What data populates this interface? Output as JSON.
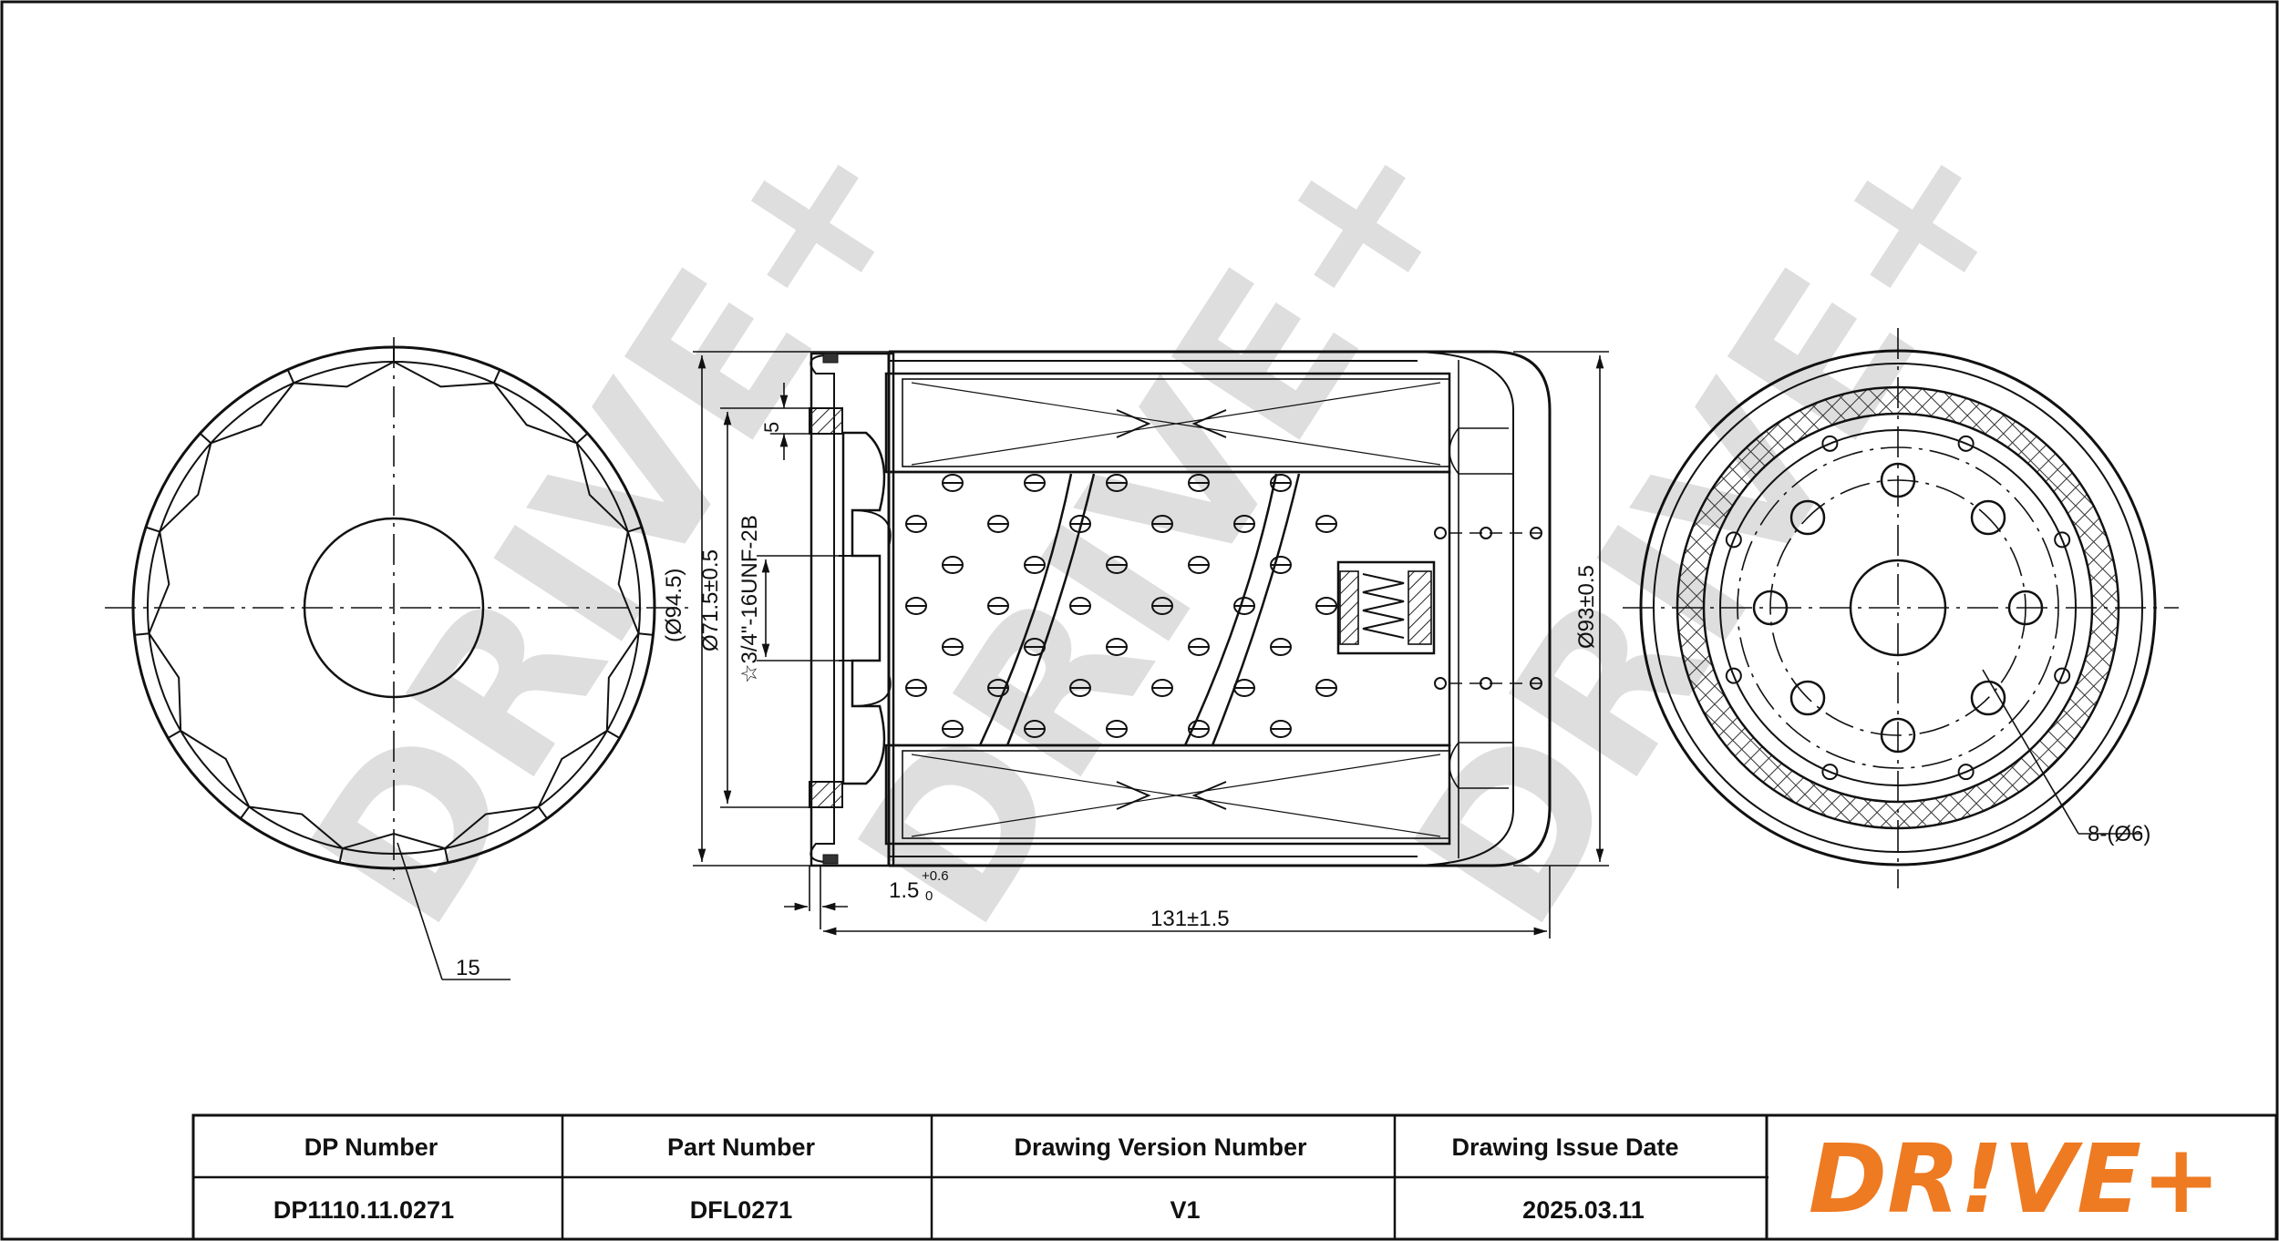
{
  "watermark": {
    "text": "DRIVE+",
    "color": "#d9d9d9"
  },
  "drawing": {
    "left_view": {
      "dim_label": "15"
    },
    "side_view": {
      "dims": {
        "outer_dia": "(Ø94.5)",
        "gasket_dia": "Ø71.5±0.5",
        "thread": "☆3/4\"-16UNF-2B",
        "gasket_h": "5",
        "offset_main": "1.5",
        "offset_sup": "+0.6",
        "offset_sub": "0",
        "length": "131±1.5",
        "body_dia": "Ø93±0.5"
      }
    },
    "right_view": {
      "hole_label": "8-(Ø6)"
    }
  },
  "title_block": {
    "headers": [
      "DP Number",
      "Part Number",
      "Drawing Version Number",
      "Drawing Issue Date"
    ],
    "values": [
      "DP1110.11.0271",
      "DFL0271",
      "V1",
      "2025.03.11"
    ],
    "logo_text": "DR!VE+",
    "logo_color": "#ee7a22"
  }
}
